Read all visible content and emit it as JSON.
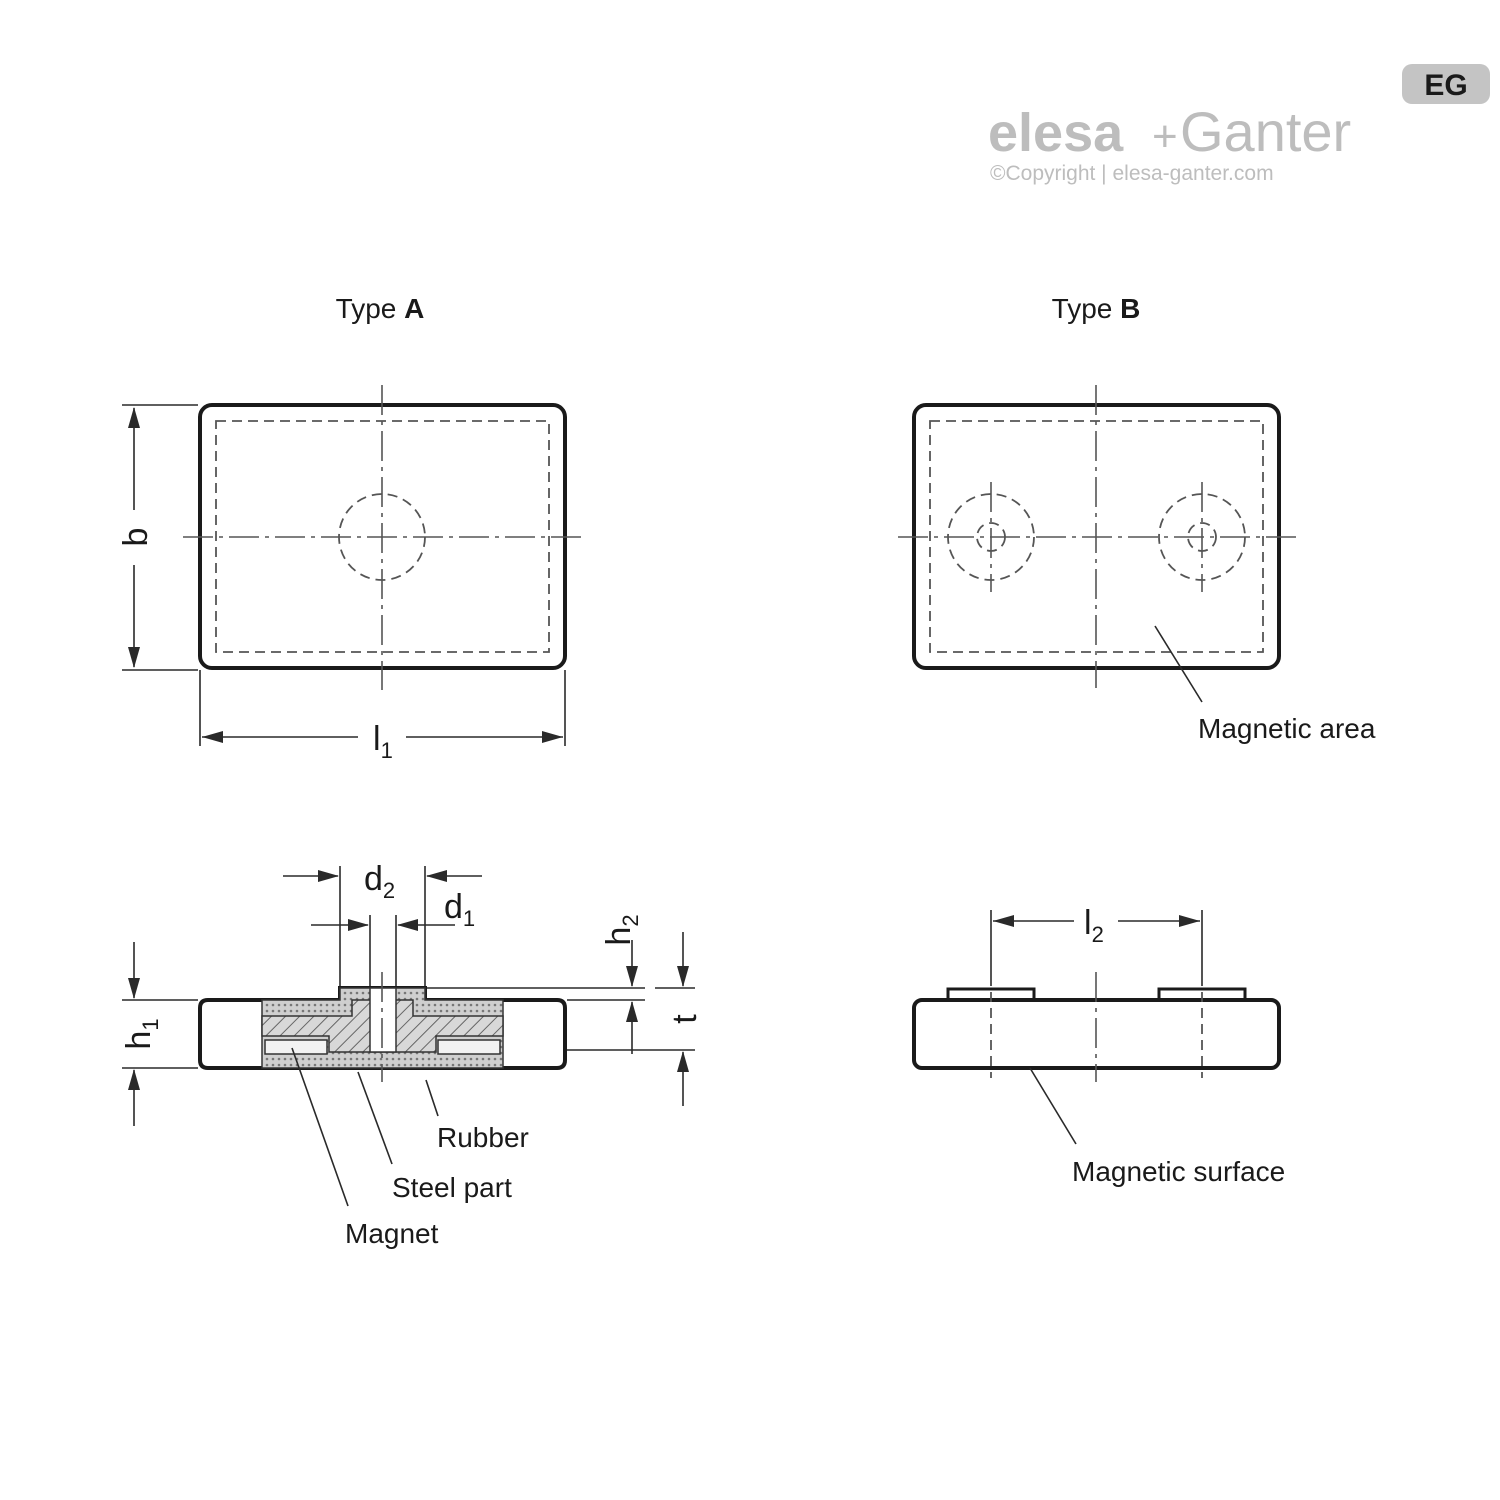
{
  "brand": {
    "logo_text_1": "elesa",
    "logo_plus": "+",
    "logo_text_2": "Ganter",
    "badge": "EG",
    "copyright": "©Copyright | elesa-ganter.com"
  },
  "typeA": {
    "title_prefix": "Type ",
    "title_letter": "A",
    "dim_b": "b",
    "dim_l": "l",
    "dim_l_sub": "1",
    "dim_d2": "d",
    "dim_d2_sub": "2",
    "dim_d1": "d",
    "dim_d1_sub": "1",
    "dim_h2": "h",
    "dim_h2_sub": "2",
    "dim_h1": "h",
    "dim_h1_sub": "1",
    "dim_t": "t",
    "label_rubber": "Rubber",
    "label_steel": "Steel part",
    "label_magnet": "Magnet"
  },
  "typeB": {
    "title_prefix": "Type ",
    "title_letter": "B",
    "label_magnetic_area": "Magnetic area",
    "dim_l2": "l",
    "dim_l2_sub": "2",
    "label_magnetic_surface": "Magnetic surface"
  }
}
